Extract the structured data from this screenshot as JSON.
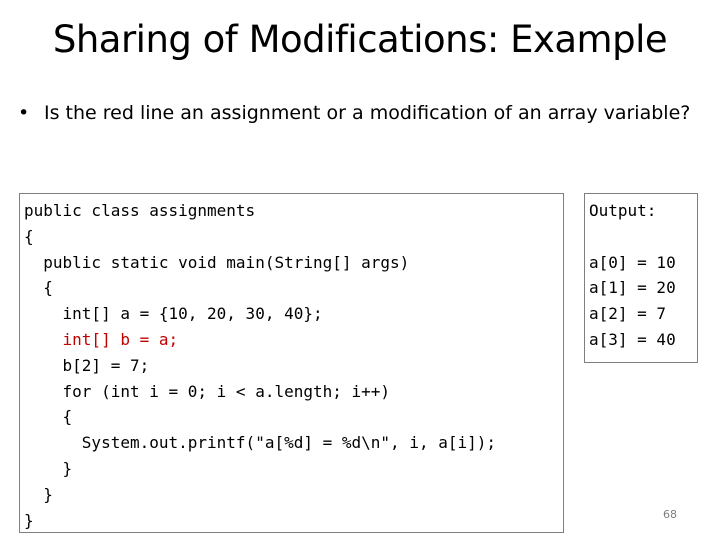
{
  "slide": {
    "title": "Sharing of Modifications: Example",
    "bullet_symbol": "•",
    "bullet": "Is the red line an assignment or a modification of an array variable?",
    "page_number": "68"
  },
  "code": {
    "lines": [
      "public class assignments",
      "{",
      "  public static void main(String[] args)",
      "  {",
      "    int[] a = {10, 20, 30, 40};",
      "    int[] b = a;",
      "    b[2] = 7;",
      "    for (int i = 0; i < a.length; i++)",
      "    {",
      "      System.out.printf(\"a[%d] = %d\\n\", i, a[i]);",
      "    }",
      "  }",
      "}"
    ],
    "highlight_line_index": 5,
    "highlight_color": "#c00000"
  },
  "output": {
    "label": "Output:",
    "lines": [
      "a[0] = 10",
      "a[1] = 20",
      "a[2] = 7",
      "a[3] = 40"
    ]
  }
}
